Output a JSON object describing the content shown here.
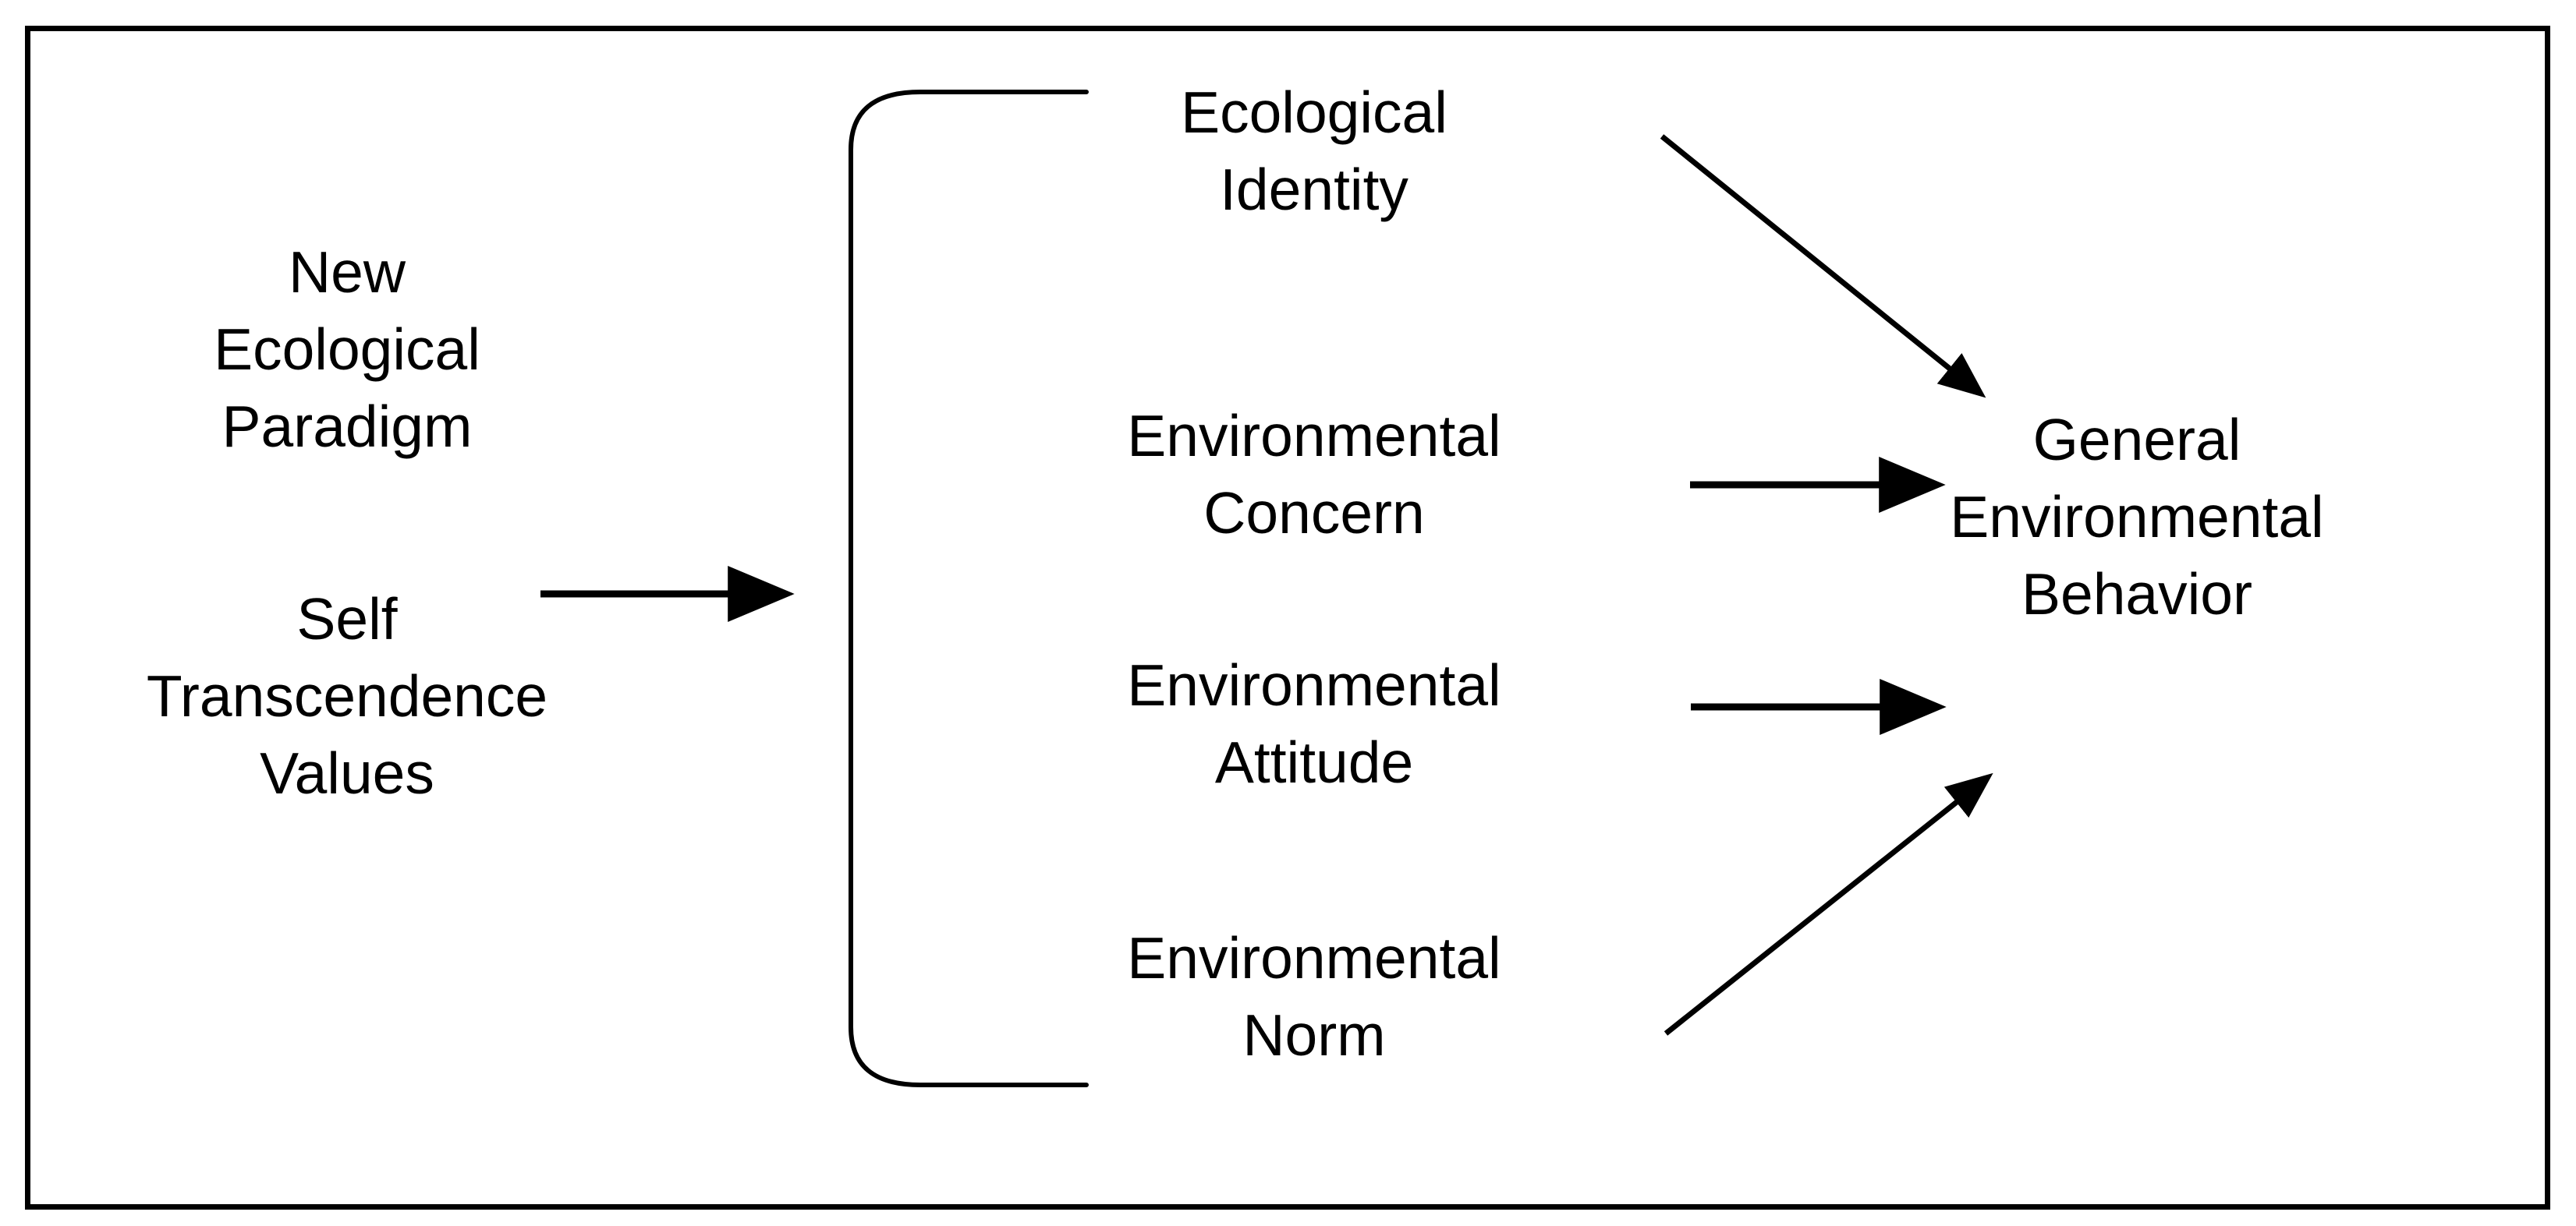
{
  "diagram": {
    "type": "conceptual-model-flow",
    "border_color": "#000000",
    "line_color": "#000000",
    "background_color": "#ffffff",
    "antecedents": [
      {
        "id": "new-ecological-paradigm",
        "label": "New\nEcological\nParadigm"
      },
      {
        "id": "self-transcendence-values",
        "label": "Self\nTranscendence\nValues"
      }
    ],
    "mediators": [
      {
        "id": "ecological-identity",
        "label": "Ecological\nIdentity"
      },
      {
        "id": "environmental-concern",
        "label": "Environmental\nConcern"
      },
      {
        "id": "environmental-attitude",
        "label": "Environmental\nAttitude"
      },
      {
        "id": "environmental-norm",
        "label": "Environmental\nNorm"
      }
    ],
    "outcome": {
      "id": "general-environmental-behavior",
      "label": "General\nEnvironmental\nBehavior"
    },
    "connectors": [
      {
        "id": "antecedents-to-mediators-arrow",
        "kind": "arrow-right",
        "from": "antecedents",
        "to": "mediators-brace"
      },
      {
        "id": "mediators-grouping-brace",
        "kind": "brace-left",
        "groups": [
          "ecological-identity",
          "environmental-concern",
          "environmental-attitude",
          "environmental-norm"
        ]
      },
      {
        "id": "ecological-identity-to-behavior",
        "kind": "arrow-diagonal-down-right",
        "from": "ecological-identity",
        "to": "general-environmental-behavior"
      },
      {
        "id": "environmental-concern-to-behavior",
        "kind": "arrow-right",
        "from": "environmental-concern",
        "to": "general-environmental-behavior"
      },
      {
        "id": "environmental-attitude-to-behavior",
        "kind": "arrow-right",
        "from": "environmental-attitude",
        "to": "general-environmental-behavior"
      },
      {
        "id": "environmental-norm-to-behavior",
        "kind": "arrow-diagonal-up-right",
        "from": "environmental-norm",
        "to": "general-environmental-behavior"
      }
    ]
  }
}
